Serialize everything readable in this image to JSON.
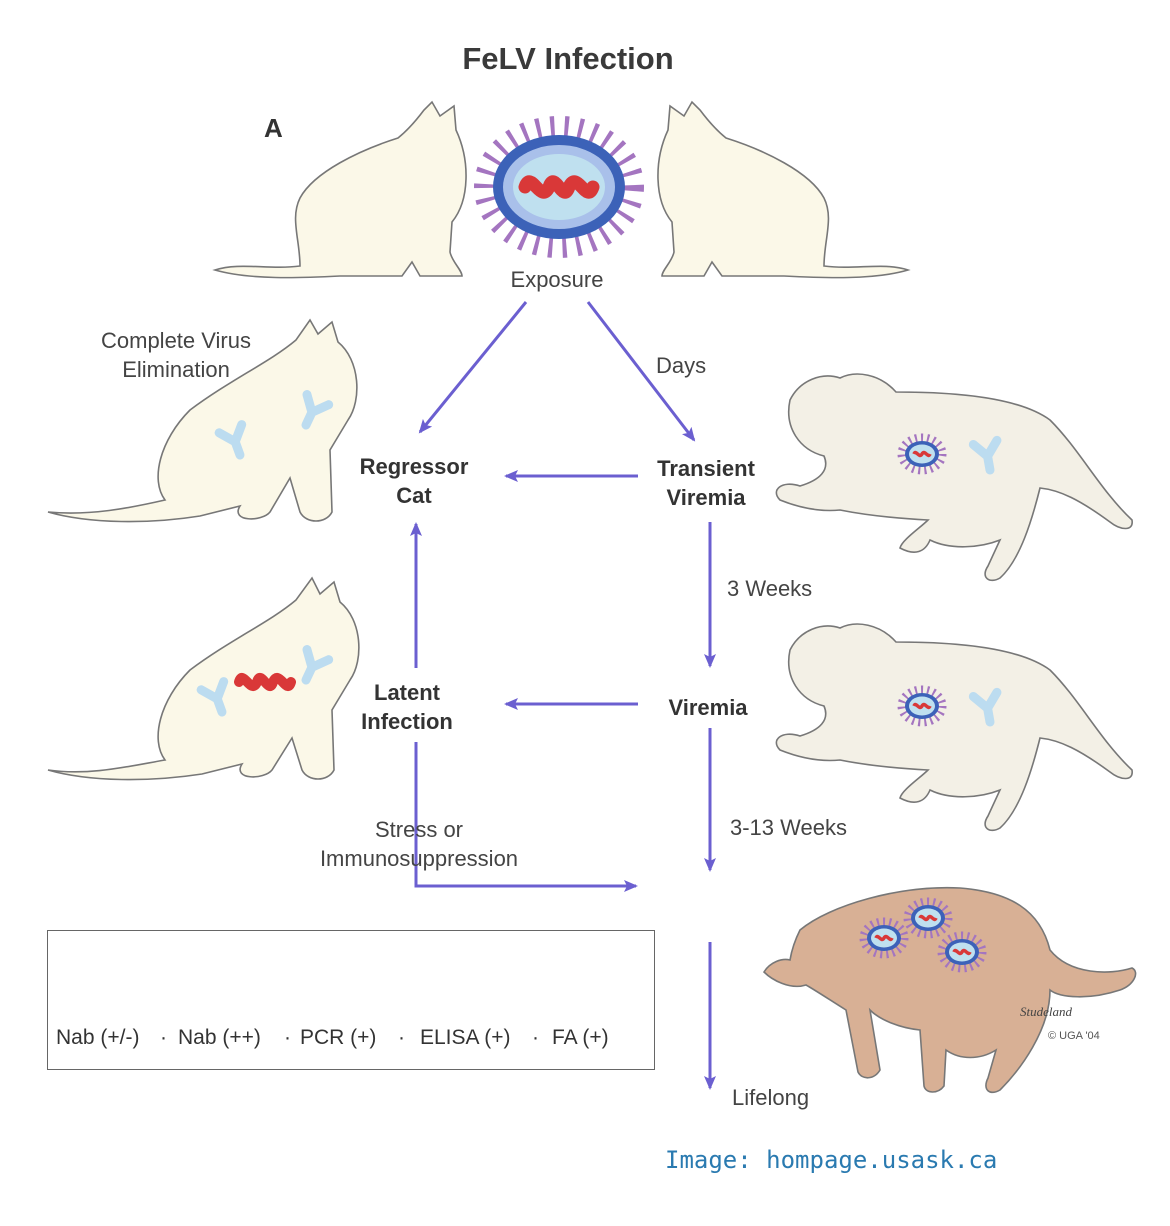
{
  "title": "FeLV Infection",
  "panel_label": "A",
  "nodes": {
    "exposure": "Exposure",
    "regressor_line1": "Regressor",
    "regressor_line2": "Cat",
    "transient_line1": "Transient",
    "transient_line2": "Viremia",
    "viremia": "Viremia",
    "latent_line1": "Latent",
    "latent_line2": "Infection",
    "lifelong": "Lifelong"
  },
  "labels": {
    "complete_line1": "Complete Virus",
    "complete_line2": "Elimination",
    "days": "Days",
    "three_weeks": "3 Weeks",
    "three_thirteen_weeks": "3-13 Weeks",
    "stress_line1": "Stress or",
    "stress_line2": "Immunosuppression"
  },
  "legend": {
    "nab_low": "Nab (+/-)",
    "nab_high": "Nab (++)",
    "pcr": "PCR (+)",
    "elisa": "ELISA (+)",
    "fa": "FA (+)",
    "sep": "·"
  },
  "signature": "Studeland",
  "copyright": "© UGA '04",
  "credit": "Image: hompage.usask.ca",
  "colors": {
    "arrow": "#6b5fd0",
    "cat_fill": "#fbf8e8",
    "sick_cat_fill": "#d8b095",
    "virus_spike": "#a475c0",
    "virus_ring": "#3c62b8",
    "virus_core": "#bfe0ef",
    "rna": "#d93838",
    "antibody": "#bcdcf0",
    "credit": "#2a7ab0"
  }
}
